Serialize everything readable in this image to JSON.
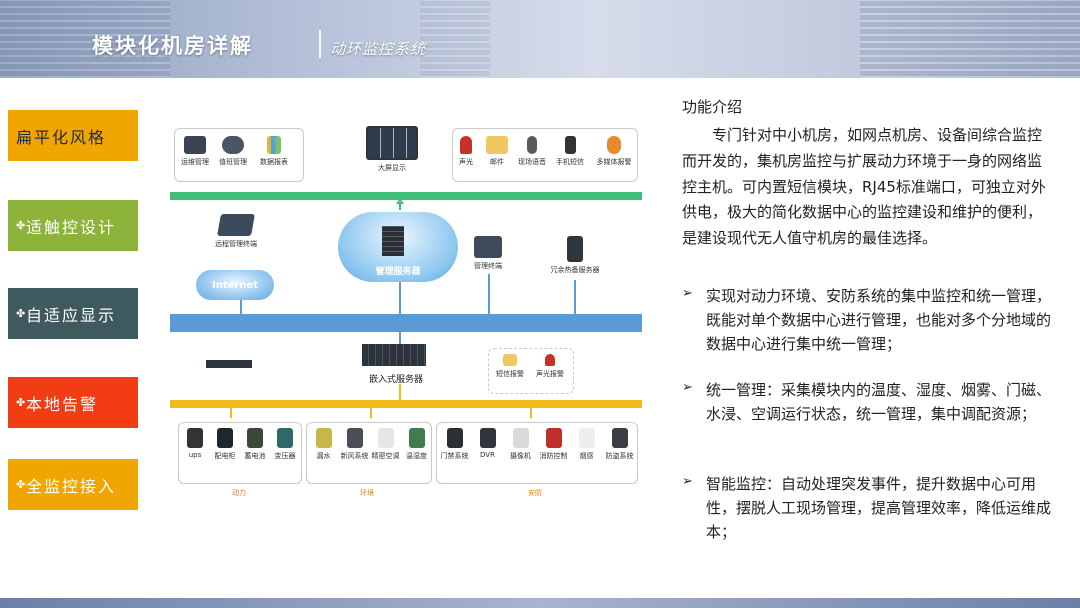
{
  "header": {
    "title": "模块化机房详解",
    "subtitle": "动环监控系统"
  },
  "features": [
    {
      "label": "扁平化风格",
      "color": "#f0a500",
      "text_color": "#1f2d3d",
      "icon": ""
    },
    {
      "label": "适触控设计",
      "color": "#8db33a",
      "text_color": "#ffffff",
      "icon": "sparkle-icon"
    },
    {
      "label": "自适应显示",
      "color": "#3e5a5e",
      "text_color": "#ffffff",
      "icon": "sparkle-icon"
    },
    {
      "label": "本地告警",
      "color": "#f23c14",
      "text_color": "#ffffff",
      "icon": "sparkle-icon"
    },
    {
      "label": "全监控接入",
      "color": "#f0a500",
      "text_color": "#ffffff",
      "icon": "sparkle-icon"
    }
  ],
  "diagram": {
    "top_left": [
      "运维管理",
      "值班管理",
      "数据报表"
    ],
    "top_center": "大屏显示",
    "top_right": [
      "声光",
      "邮件",
      "现场语音",
      "手机短信",
      "多媒体报警"
    ],
    "remote_terminal": "远程管理终端",
    "internet": "Internet",
    "server": "管理服务器",
    "mgmt_terminal": "管理终端",
    "redundant_server": "冗余热备服务器",
    "embedded_server": "嵌入式服务器",
    "mid_right": [
      "短信报警",
      "声光报警"
    ],
    "power_group": {
      "label": "动力",
      "items": [
        "ups",
        "配电柜",
        "蓄电池",
        "变压器"
      ]
    },
    "env_group": {
      "label": "环境",
      "items": [
        "漏水",
        "新风系统",
        "精密空调",
        "温湿度"
      ]
    },
    "security_group": {
      "label": "安防",
      "items": [
        "门禁系统",
        "DVR",
        "摄像机",
        "消防控制",
        "烟感",
        "防盗系统"
      ]
    }
  },
  "content": {
    "intro_title": "功能介绍",
    "intro": "专门针对中小机房，如网点机房、设备间综合监控而开发的，集机房监控与扩展动力环境于一身的网络监控主机。可内置短信模块，RJ45标准端口，可独立对外供电，极大的简化数据中心的监控建设和维护的便利，是建设现代无人值守机房的最佳选择。",
    "bullets": [
      "实现对动力环境、安防系统的集中监控和统一管理，既能对单个数据中心进行管理，也能对多个分地域的数据中心进行集中统一管理；",
      "统一管理：采集模块内的温度、湿度、烟雾、门磁、水浸、空调运行状态，统一管理，集中调配资源；",
      "智能监控：自动处理突发事件，提升数据中心可用性，摆脱人工现场管理，提高管理效率，降低运维成本；"
    ],
    "bullet_marker": "➢"
  }
}
